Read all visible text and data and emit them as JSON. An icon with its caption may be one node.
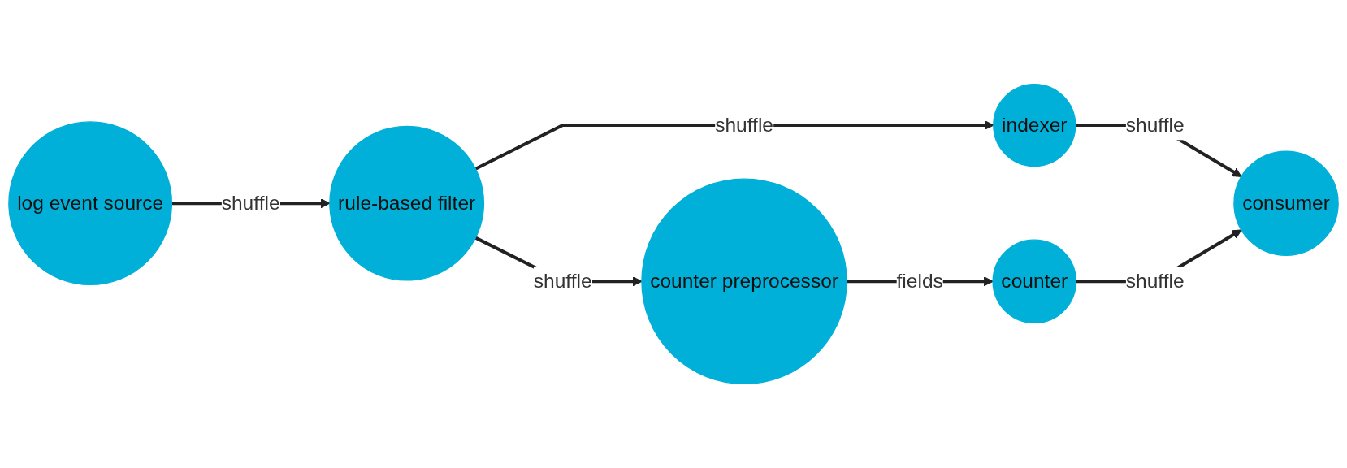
{
  "diagram": {
    "nodes": [
      {
        "text": [
          "log event source"
        ]
      },
      {
        "text": [
          "rule-based filter"
        ]
      },
      {
        "text": [
          "indexer"
        ]
      },
      {
        "text": [
          "counter preprocessor"
        ]
      },
      {
        "text": [
          "counter"
        ]
      },
      {
        "text": [
          "consumer"
        ]
      }
    ],
    "edges": [
      {
        "from": 0,
        "to": 1,
        "arrow": "to",
        "label": "shuffle"
      },
      {
        "from": 1,
        "to": 2,
        "arrow": "to",
        "label": "shuffle"
      },
      {
        "from": 1,
        "to": 3,
        "arrow": "to",
        "label": "shuffle"
      },
      {
        "from": 2,
        "to": 5,
        "arrow": "to",
        "label": "shuffle"
      },
      {
        "from": 3,
        "to": 4,
        "arrow": "to",
        "label": "fields"
      },
      {
        "from": 4,
        "to": 5,
        "arrow": "to",
        "label": "shuffle"
      }
    ]
  }
}
